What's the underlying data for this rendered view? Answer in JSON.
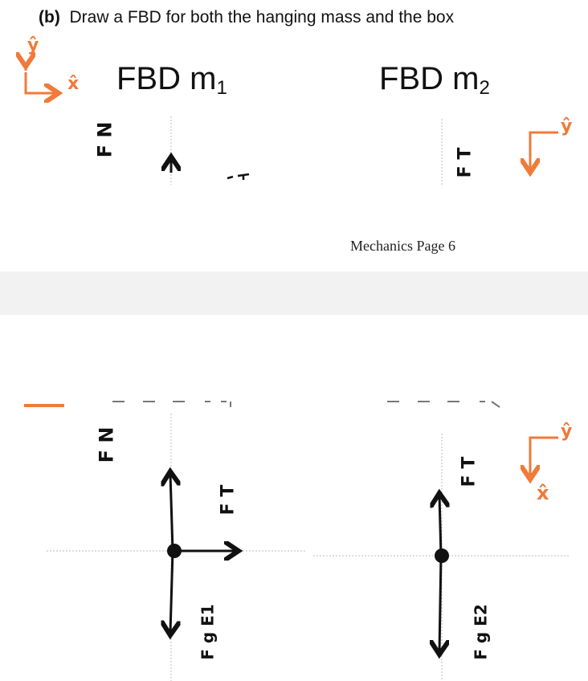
{
  "header": {
    "part": "(b)",
    "instruction": "Draw a FBD for both the hanging mass and the box"
  },
  "diagrams": {
    "m1": {
      "title": "FBD m",
      "sub": "1",
      "forces": [
        "F N",
        "F T",
        "F g E1"
      ]
    },
    "m2": {
      "title": "FBD m",
      "sub": "2",
      "forces": [
        "F T",
        "F g E2"
      ]
    }
  },
  "axes": {
    "left": {
      "x": "x̂",
      "y": "ŷ"
    },
    "right": {
      "x": "x̂",
      "y": "ŷ"
    }
  },
  "footer": {
    "page_label": "Mechanics Page 6"
  },
  "colors": {
    "axis": "#f07a3a",
    "ink": "#111111",
    "band": "#f2f2f2"
  }
}
